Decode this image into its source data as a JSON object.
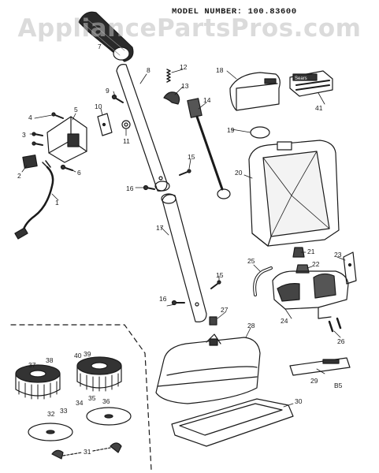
{
  "watermark": "AppliancePartsPros.com",
  "model_number": "MODEL NUMBER: 100.83600",
  "callouts": [
    "1",
    "2",
    "3",
    "4",
    "5",
    "6",
    "7",
    "8",
    "9",
    "10",
    "11",
    "12",
    "13",
    "14",
    "15",
    "15",
    "16",
    "16",
    "17",
    "18",
    "19",
    "20",
    "21",
    "22",
    "23",
    "24",
    "25",
    "26",
    "27",
    "28",
    "29",
    "30",
    "31",
    "32",
    "33",
    "34",
    "35",
    "36",
    "37",
    "38",
    "39",
    "40",
    "41",
    "B5"
  ],
  "badge_text": "Sears"
}
